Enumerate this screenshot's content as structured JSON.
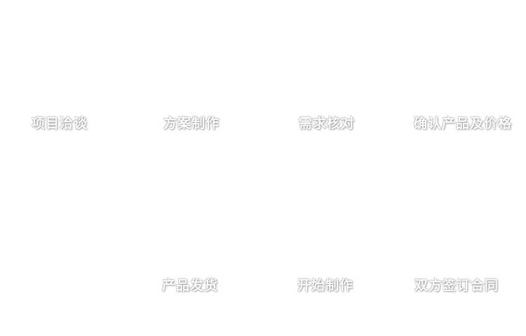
{
  "colors": {
    "background": "#ffffff",
    "label_text": "#ffffff"
  },
  "diagram": {
    "type": "process-flow",
    "description": "Seven-step business cooperation workflow laid out in two rows; top row flows left to right, bottom row flows right to left",
    "steps": [
      {
        "order": 1,
        "label": "项目洽谈"
      },
      {
        "order": 2,
        "label": "方案制作"
      },
      {
        "order": 3,
        "label": "需求核对"
      },
      {
        "order": 4,
        "label": "确认产品及价格"
      },
      {
        "order": 5,
        "label": "双方签订合同"
      },
      {
        "order": 6,
        "label": "开始制作"
      },
      {
        "order": 7,
        "label": "产品发货"
      }
    ]
  }
}
